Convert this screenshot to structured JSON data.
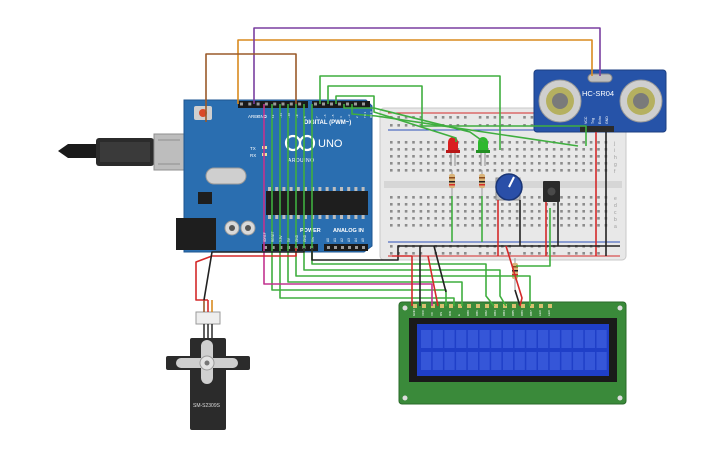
{
  "arduino": {
    "brand": "ARDUINO",
    "model": "UNO",
    "digital_label": "DIGITAL (PWM~)",
    "power_label": "POWER",
    "analog_label": "ANALOG IN",
    "aref_label": "AREF",
    "gnd_label": "GND",
    "tx_label": "TX",
    "rx_label": "RX",
    "power_pins": [
      "IOREF",
      "RESET",
      "3.3V",
      "5V",
      "GND",
      "GND",
      "Vin"
    ],
    "analog_pins": [
      "A0",
      "A1",
      "A2",
      "A3",
      "A4",
      "A5"
    ],
    "digital_pins": [
      "13",
      "12",
      "~11",
      "~10",
      "~9",
      "8",
      "7",
      "~6",
      "~5",
      "4",
      "~3",
      "2",
      "TX 1",
      "RX 0"
    ]
  },
  "ultrasonic": {
    "model": "HC-SR04",
    "pins": [
      "VCC",
      "Trig",
      "Echo",
      "GND"
    ]
  },
  "servo": {
    "model": "SM-S2309S"
  },
  "breadboard": {
    "row_letters_top": [
      "j",
      "i",
      "h",
      "g",
      "f"
    ],
    "row_letters_bottom": [
      "e",
      "d",
      "c",
      "b",
      "a"
    ]
  },
  "lcd": {
    "pins": [
      "GND",
      "VCC",
      "V0",
      "RS",
      "RW",
      "E",
      "DB0",
      "DB1",
      "DB2",
      "DB3",
      "DB4",
      "DB5",
      "DB6",
      "DB7",
      "LED",
      "LED"
    ]
  },
  "colors": {
    "arduino_board": "#2a6eb0",
    "breadboard": "#e6e6e6",
    "lcd_pcb": "#3a8a3a",
    "lcd_screen": "#1f3fc8",
    "ultrasonic_board": "#2653a8",
    "wire_green": "#3fae3f",
    "wire_red": "#d42a2a",
    "wire_black": "#222222",
    "wire_magenta": "#c2338f",
    "wire_orange": "#d98a1f",
    "wire_brown": "#9a5a2a",
    "wire_purple": "#7a3fa0",
    "led_red": "#d92020",
    "led_green": "#2eb82e"
  }
}
